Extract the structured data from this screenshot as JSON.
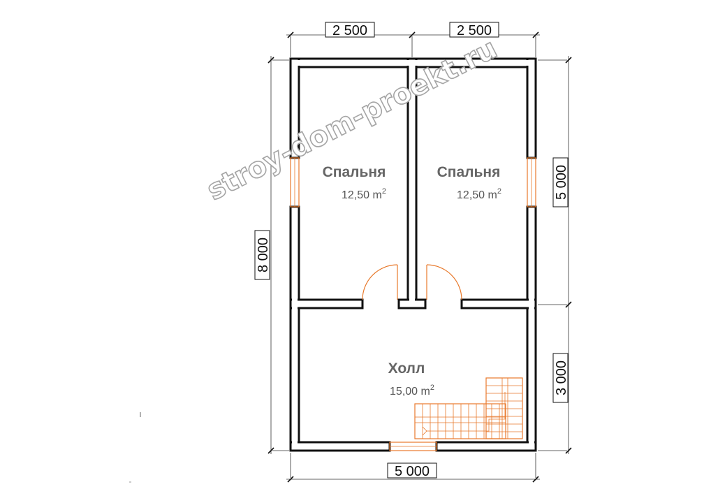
{
  "watermark": "stroy-dom-proekt.ru",
  "dimensions": {
    "top_left": "2 500",
    "top_right": "2 500",
    "bottom": "5 000",
    "left": "8 000",
    "right_top": "5 000",
    "right_bottom": "3 000"
  },
  "rooms": [
    {
      "name": "Спальня",
      "area": "12,50 m",
      "area_sup": "2"
    },
    {
      "name": "Спальня",
      "area": "12,50 m",
      "area_sup": "2"
    },
    {
      "name": "Холл",
      "area": "15,00 m",
      "area_sup": "2"
    }
  ],
  "colors": {
    "wall_stroke": "#111111",
    "accent": "#e8792b",
    "room_label": "#666666"
  }
}
